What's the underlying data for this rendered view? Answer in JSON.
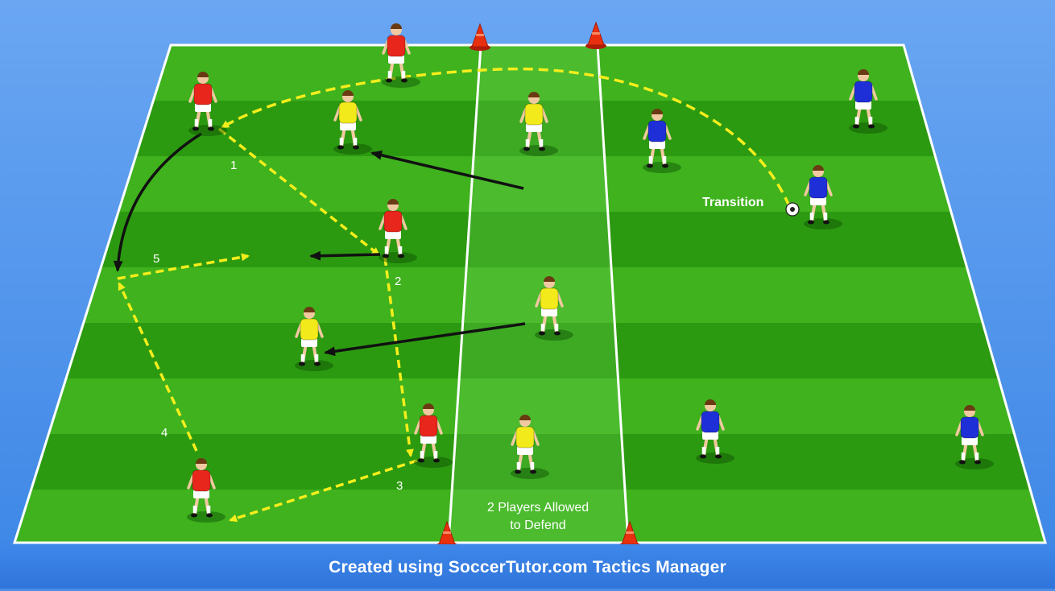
{
  "diagram": {
    "zone_label_line1": "2 Players Allowed",
    "zone_label_line2": "to Defend",
    "transition_label": "Transition",
    "pass_numbers": [
      "1",
      "2",
      "3",
      "4",
      "5"
    ]
  },
  "footer": {
    "credit": "Created using SoccerTutor.com Tactics Manager"
  },
  "colors": {
    "red_team": "#e8261c",
    "yellow_team": "#f2ea1a",
    "blue_team": "#1f2fd8",
    "pass_arrow": "#f5ee1c",
    "movement_arrow": "#111111",
    "cone": "#e8300f",
    "pitch_light": "#3fb21e",
    "pitch_dark": "#2c9a10",
    "background": "#4a8ee8"
  }
}
